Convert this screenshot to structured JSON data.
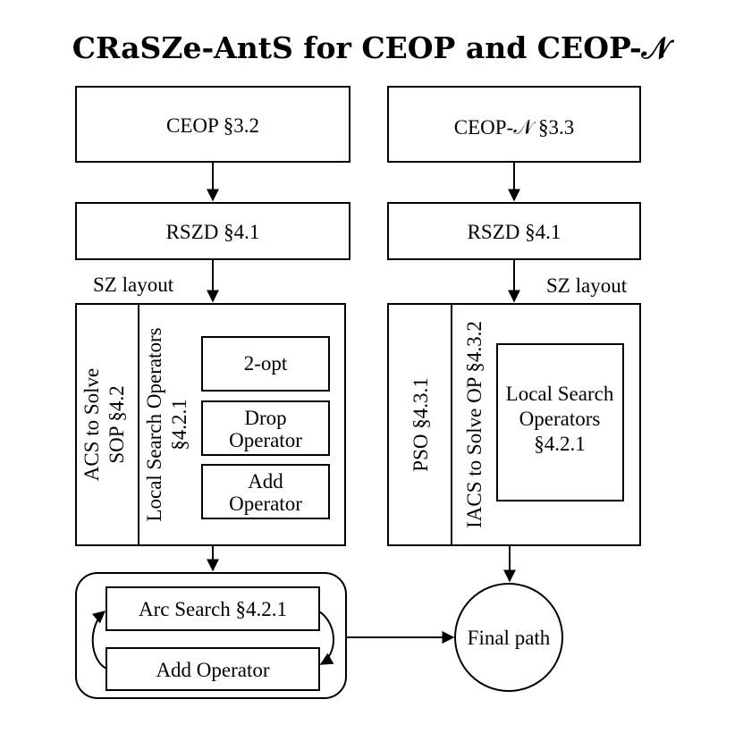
{
  "title": "CRaSZe-AntS for CEOP and CEOP-𝒩",
  "left_column": {
    "problem_box": "CEOP §3.2",
    "decomposition_box": "RSZD §4.1",
    "edge_label": "SZ layout",
    "solver": {
      "label_line1": "ACS to Solve",
      "label_line2": "SOP §4.2",
      "local_search_line1": "Local Search Operators",
      "local_search_line2": "§4.2.1",
      "operators": [
        {
          "lines": [
            "2-opt"
          ]
        },
        {
          "lines": [
            "Drop",
            "Operator"
          ]
        },
        {
          "lines": [
            "Add",
            "Operator"
          ]
        }
      ]
    },
    "refinement": {
      "arc_search": "Arc Search §4.2.1",
      "add_operator": "Add Operator"
    }
  },
  "right_column": {
    "problem_box": "CEOP-𝒩 §3.3",
    "decomposition_box": "RSZD §4.1",
    "edge_label": "SZ layout",
    "solver": {
      "pso_label": "PSO §4.3.1",
      "iacs_label": "IACS to Solve OP §4.3.2",
      "local_search_lines": [
        "Local Search",
        "Operators",
        "§4.2.1"
      ]
    }
  },
  "final_node": "Final path"
}
